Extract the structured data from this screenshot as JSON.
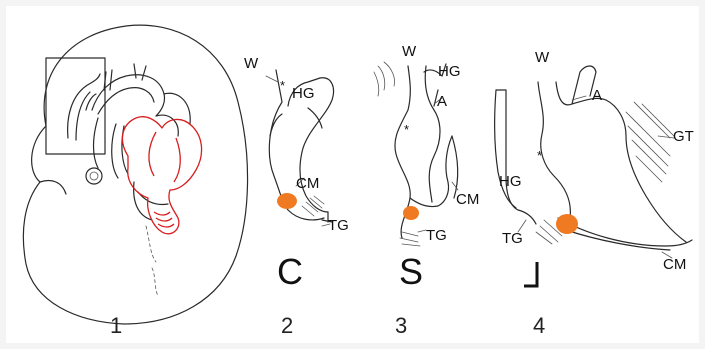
{
  "labels": {
    "w": "W",
    "hg": "HG",
    "a": "A",
    "gt": "GT",
    "cm": "CM",
    "tg": "TG",
    "asterisk": "*"
  },
  "shape_letters": {
    "panel_2": "C",
    "panel_3": "S",
    "panel_4": "L"
  },
  "panel_numbers": [
    "1",
    "2",
    "3",
    "4"
  ],
  "colors": {
    "marker": "#f07a22",
    "heart_outline": "#d81e1e",
    "ink": "#2a2a2a"
  }
}
